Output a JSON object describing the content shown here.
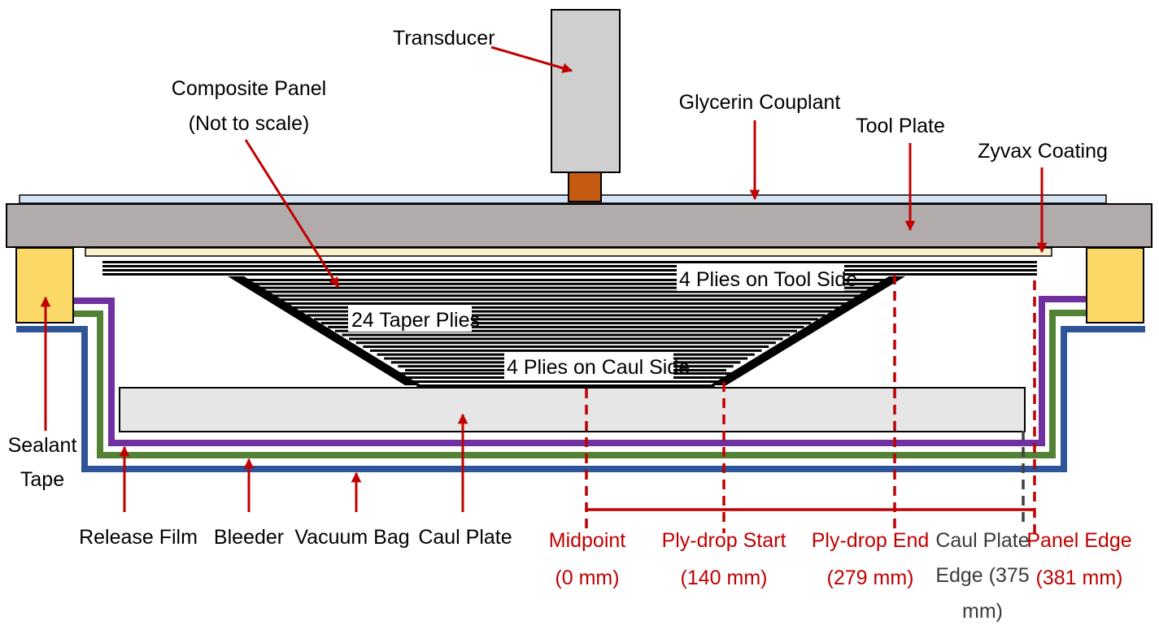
{
  "labels": {
    "transducer": "Transducer",
    "composite_panel_line1": "Composite Panel",
    "composite_panel_line2": "(Not to scale)",
    "glycerin_couplant": "Glycerin Couplant",
    "tool_plate": "Tool Plate",
    "zyvax_coating": "Zyvax Coating",
    "plies_tool_side": "4 Plies on Tool Side",
    "taper_plies": "24 Taper Plies",
    "plies_caul_side": "4 Plies on Caul Side",
    "sealant_tape_line1": "Sealant",
    "sealant_tape_line2": "Tape",
    "release_film": "Release Film",
    "bleeder": "Bleeder",
    "vacuum_bag": "Vacuum Bag",
    "caul_plate": "Caul Plate"
  },
  "positions": {
    "midpoint": {
      "line1": "Midpoint",
      "line2": "(0 mm)"
    },
    "ply_drop_start": {
      "line1": "Ply-drop Start",
      "line2": "(140 mm)"
    },
    "ply_drop_end": {
      "line1": "Ply-drop End",
      "line2": "(279 mm)"
    },
    "caul_plate_edge": {
      "line1": "Caul Plate",
      "line2": "Edge (375",
      "line3": "mm)"
    },
    "panel_edge": {
      "line1": "Panel Edge",
      "line2": "(381 mm)"
    }
  },
  "colors": {
    "tool_plate": "#b1acab",
    "couplant": "#d5e3f3",
    "zyvax": "#fdf0cc",
    "sealant": "#fcd967",
    "release_film": "#7030a0",
    "bleeder": "#548235",
    "vacuum_bag": "#2e5597",
    "transducer": "#d0cfcf",
    "transducer_tip": "#c55a11",
    "caul_plate": "#e6e6e6",
    "arrow": "#c00000",
    "caul_edge_line": "#404040"
  }
}
